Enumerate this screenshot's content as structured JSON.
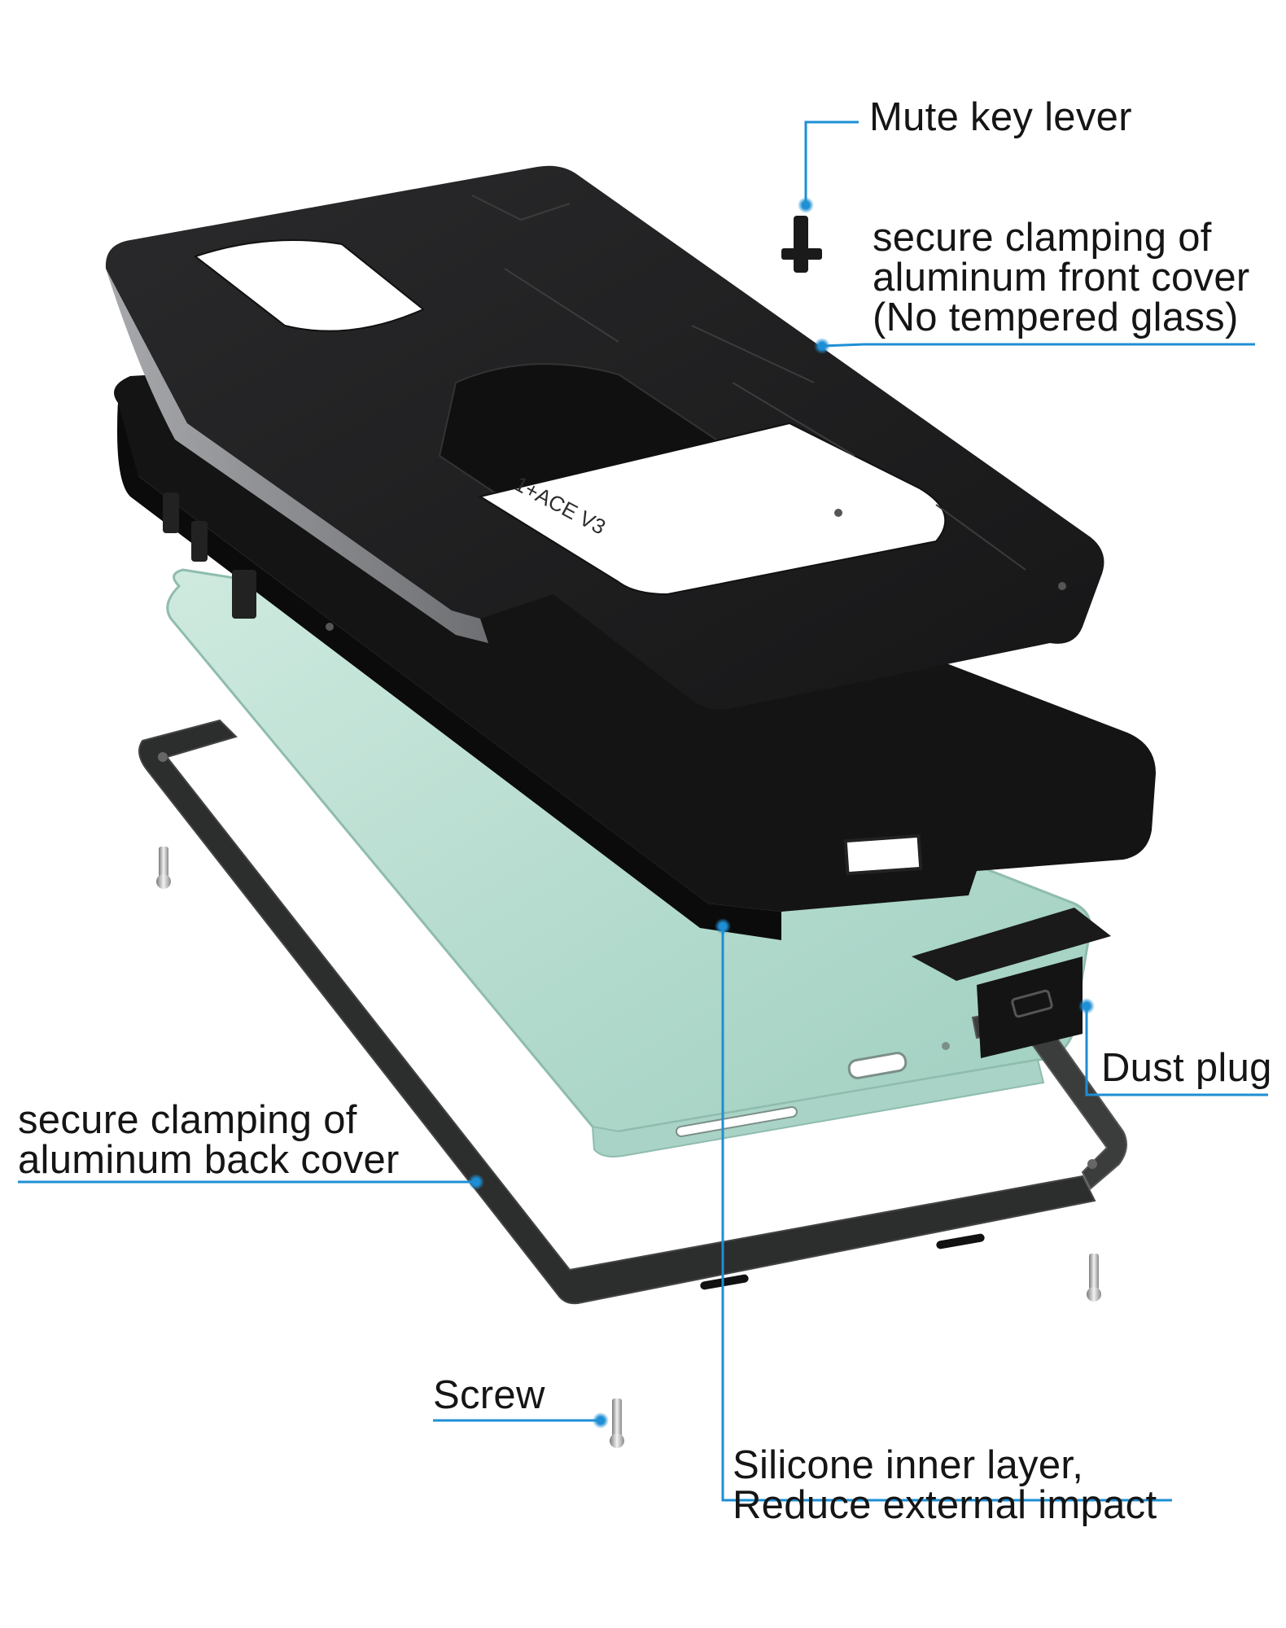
{
  "callouts": {
    "mute_key_lever": "Mute key lever",
    "front_cover": {
      "line1": "secure clamping of",
      "line2": "aluminum front cover",
      "line3": "(No tempered glass)"
    },
    "dust_plug": "Dust plug",
    "back_cover": {
      "line1": "secure clamping of",
      "line2": "aluminum back cover"
    },
    "screw": "Screw",
    "silicone": {
      "line1": "Silicone inner layer,",
      "line2": "Reduce external impact"
    }
  },
  "case_model_text": "1+ACE V3",
  "colors": {
    "callout_line": "#1e8fd4",
    "text": "#151515",
    "front_cover": "#1c1c1e",
    "front_cover_bevel": "#8f9194",
    "silicone": "#141414",
    "phone_body": "#b9ddd2",
    "frame": "#2b2e2c"
  }
}
